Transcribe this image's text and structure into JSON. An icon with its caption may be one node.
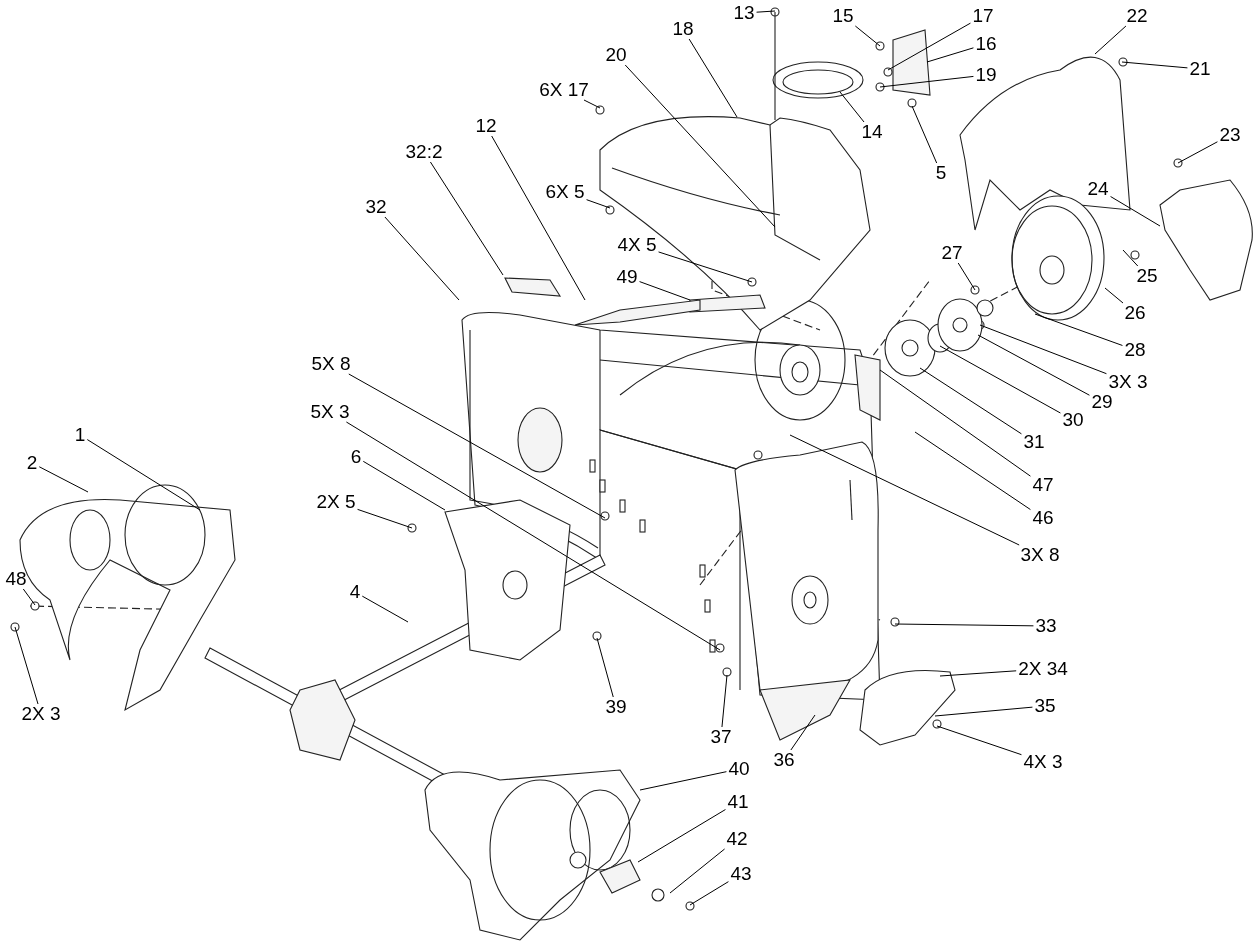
{
  "diagram": {
    "nodes": [
      {
        "text": [
          "13"
        ]
      },
      {
        "text": [
          "15"
        ]
      },
      {
        "text": [
          "17"
        ]
      },
      {
        "text": [
          "16"
        ]
      },
      {
        "text": [
          "19"
        ]
      },
      {
        "text": [
          "18"
        ]
      },
      {
        "text": [
          "20"
        ]
      },
      {
        "text": [
          "22"
        ]
      },
      {
        "text": [
          "21"
        ]
      },
      {
        "text": [
          "14"
        ]
      },
      {
        "text": [
          "5"
        ]
      },
      {
        "text": [
          "6X 17"
        ]
      },
      {
        "text": [
          "23"
        ]
      },
      {
        "text": [
          "24"
        ]
      },
      {
        "text": [
          "6X 5"
        ]
      },
      {
        "text": [
          "12"
        ]
      },
      {
        "text": [
          "32:2"
        ]
      },
      {
        "text": [
          "32"
        ]
      },
      {
        "text": [
          "4X 5"
        ]
      },
      {
        "text": [
          "49"
        ]
      },
      {
        "text": [
          "27"
        ]
      },
      {
        "text": [
          "25"
        ]
      },
      {
        "text": [
          "26"
        ]
      },
      {
        "text": [
          "28"
        ]
      },
      {
        "text": [
          "3X 3"
        ]
      },
      {
        "text": [
          "29"
        ]
      },
      {
        "text": [
          "30"
        ]
      },
      {
        "text": [
          "31"
        ]
      },
      {
        "text": [
          "47"
        ]
      },
      {
        "text": [
          "46"
        ]
      },
      {
        "text": [
          "3X 8"
        ]
      },
      {
        "text": [
          "5X 8"
        ]
      },
      {
        "text": [
          "5X 3"
        ]
      },
      {
        "text": [
          "6"
        ]
      },
      {
        "text": [
          "1"
        ]
      },
      {
        "text": [
          "2"
        ]
      },
      {
        "text": [
          "2X 5"
        ]
      },
      {
        "text": [
          "48"
        ]
      },
      {
        "text": [
          "2X 3"
        ]
      },
      {
        "text": [
          "4"
        ]
      },
      {
        "text": [
          "39"
        ]
      },
      {
        "text": [
          "37"
        ]
      },
      {
        "text": [
          "33"
        ]
      },
      {
        "text": [
          "2X 34"
        ]
      },
      {
        "text": [
          "35"
        ]
      },
      {
        "text": [
          "36"
        ]
      },
      {
        "text": [
          "4X 3"
        ]
      },
      {
        "text": [
          "40"
        ]
      },
      {
        "text": [
          "41"
        ]
      },
      {
        "text": [
          "42"
        ]
      },
      {
        "text": [
          "43"
        ]
      }
    ],
    "edges": [
      {
        "from": 0,
        "to": null,
        "arrow": "none"
      },
      {
        "from": 1,
        "to": null,
        "arrow": "none"
      },
      {
        "from": 2,
        "to": null,
        "arrow": "none"
      },
      {
        "from": 3,
        "to": null,
        "arrow": "none"
      },
      {
        "from": 4,
        "to": null,
        "arrow": "none"
      },
      {
        "from": 5,
        "to": null,
        "arrow": "none"
      },
      {
        "from": 6,
        "to": null,
        "arrow": "none"
      },
      {
        "from": 7,
        "to": null,
        "arrow": "none"
      },
      {
        "from": 8,
        "to": null,
        "arrow": "none"
      },
      {
        "from": 9,
        "to": null,
        "arrow": "none"
      },
      {
        "from": 10,
        "to": null,
        "arrow": "none"
      },
      {
        "from": 11,
        "to": null,
        "arrow": "none"
      },
      {
        "from": 12,
        "to": null,
        "arrow": "none"
      },
      {
        "from": 13,
        "to": null,
        "arrow": "none"
      },
      {
        "from": 14,
        "to": null,
        "arrow": "none"
      },
      {
        "from": 15,
        "to": null,
        "arrow": "none"
      },
      {
        "from": 16,
        "to": null,
        "arrow": "none"
      },
      {
        "from": 17,
        "to": null,
        "arrow": "none"
      },
      {
        "from": 18,
        "to": null,
        "arrow": "none"
      },
      {
        "from": 19,
        "to": null,
        "arrow": "none"
      },
      {
        "from": 20,
        "to": null,
        "arrow": "none"
      },
      {
        "from": 21,
        "to": null,
        "arrow": "none"
      },
      {
        "from": 22,
        "to": null,
        "arrow": "none"
      },
      {
        "from": 23,
        "to": null,
        "arrow": "none"
      },
      {
        "from": 24,
        "to": null,
        "arrow": "none"
      },
      {
        "from": 25,
        "to": null,
        "arrow": "none"
      },
      {
        "from": 26,
        "to": null,
        "arrow": "none"
      },
      {
        "from": 27,
        "to": null,
        "arrow": "none"
      },
      {
        "from": 28,
        "to": null,
        "arrow": "none"
      },
      {
        "from": 29,
        "to": null,
        "arrow": "none"
      },
      {
        "from": 30,
        "to": null,
        "arrow": "none"
      },
      {
        "from": 31,
        "to": null,
        "arrow": "none"
      },
      {
        "from": 32,
        "to": null,
        "arrow": "none"
      },
      {
        "from": 33,
        "to": null,
        "arrow": "none"
      },
      {
        "from": 34,
        "to": null,
        "arrow": "none"
      },
      {
        "from": 35,
        "to": null,
        "arrow": "none"
      },
      {
        "from": 36,
        "to": null,
        "arrow": "none"
      },
      {
        "from": 37,
        "to": null,
        "arrow": "none"
      },
      {
        "from": 38,
        "to": null,
        "arrow": "none"
      },
      {
        "from": 39,
        "to": null,
        "arrow": "none"
      },
      {
        "from": 40,
        "to": null,
        "arrow": "none"
      },
      {
        "from": 41,
        "to": null,
        "arrow": "none"
      },
      {
        "from": 42,
        "to": null,
        "arrow": "none"
      },
      {
        "from": 43,
        "to": null,
        "arrow": "none"
      },
      {
        "from": 44,
        "to": null,
        "arrow": "none"
      },
      {
        "from": 45,
        "to": null,
        "arrow": "none"
      },
      {
        "from": 46,
        "to": null,
        "arrow": "none"
      },
      {
        "from": 47,
        "to": null,
        "arrow": "none"
      },
      {
        "from": 48,
        "to": null,
        "arrow": "none"
      },
      {
        "from": 49,
        "to": null,
        "arrow": "none"
      },
      {
        "from": 50,
        "to": null,
        "arrow": "none"
      }
    ]
  }
}
